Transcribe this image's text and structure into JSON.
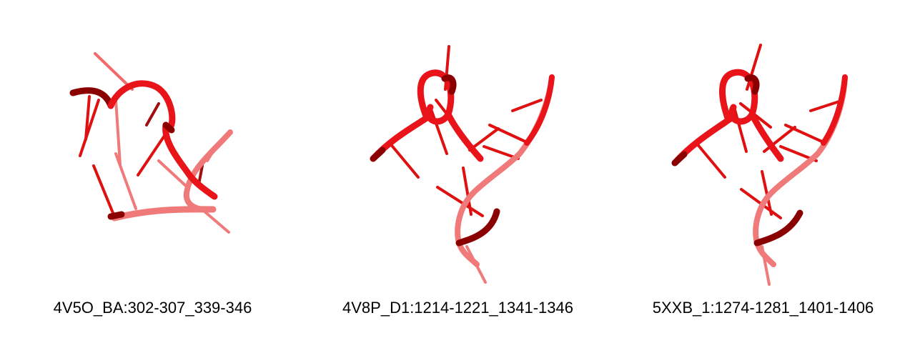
{
  "colors": {
    "backbone": "#e8141a",
    "backbone_dark": "#8a0000",
    "backbone_faded": "#f07a7a",
    "base": "#e01010"
  },
  "panels": [
    {
      "label": "4V5O_BA:302-307_339-346"
    },
    {
      "label": "4V8P_D1:1214-1221_1341-1346"
    },
    {
      "label": "5XXB_1:1274-1281_1401-1406"
    }
  ]
}
